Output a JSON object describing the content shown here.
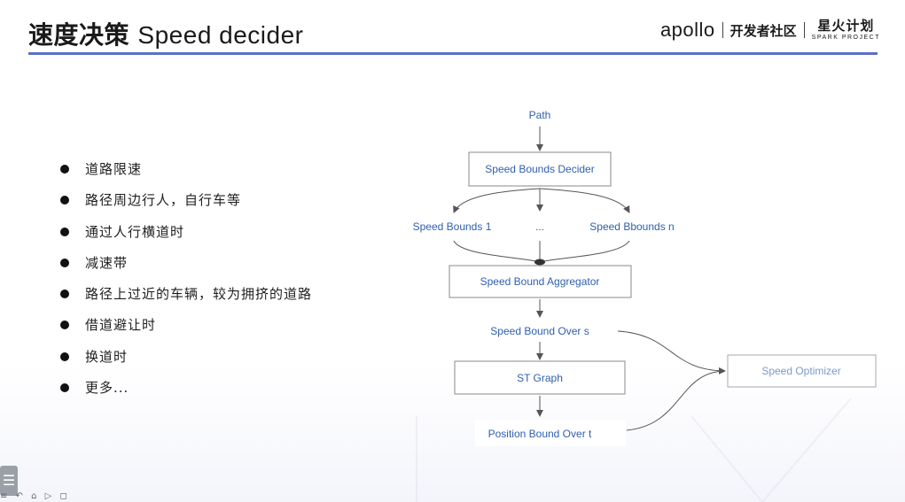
{
  "header": {
    "title_cn": "速度决策",
    "title_en": "Speed decider",
    "brand_logo": "apollo",
    "brand_community": "开发者社区",
    "spark_cn": "星火计划",
    "spark_en": "SPARK PROJECT"
  },
  "bullets": [
    "道路限速",
    "路径周边行人，自行车等",
    "通过人行横道时",
    "减速带",
    "路径上过近的车辆，较为拥挤的道路",
    "借道避让时",
    "换道时",
    "更多..."
  ],
  "diagram": {
    "path_label": "Path",
    "bounds_decider": "Speed Bounds Decider",
    "speed_bounds_1": "Speed Bounds 1",
    "ellipsis": "...",
    "speed_bounds_n": "Speed Bbounds n",
    "aggregator": "Speed Bound Aggregator",
    "bound_over_s": "Speed Bound Over s",
    "st_graph": "ST Graph",
    "optimizer": "Speed Optimizer",
    "position_bound": "Position Bound Over t"
  },
  "taskbar": {
    "menu_glyph": "☰",
    "icons": "≡ ↶ ⌂ ▷ ◻"
  }
}
